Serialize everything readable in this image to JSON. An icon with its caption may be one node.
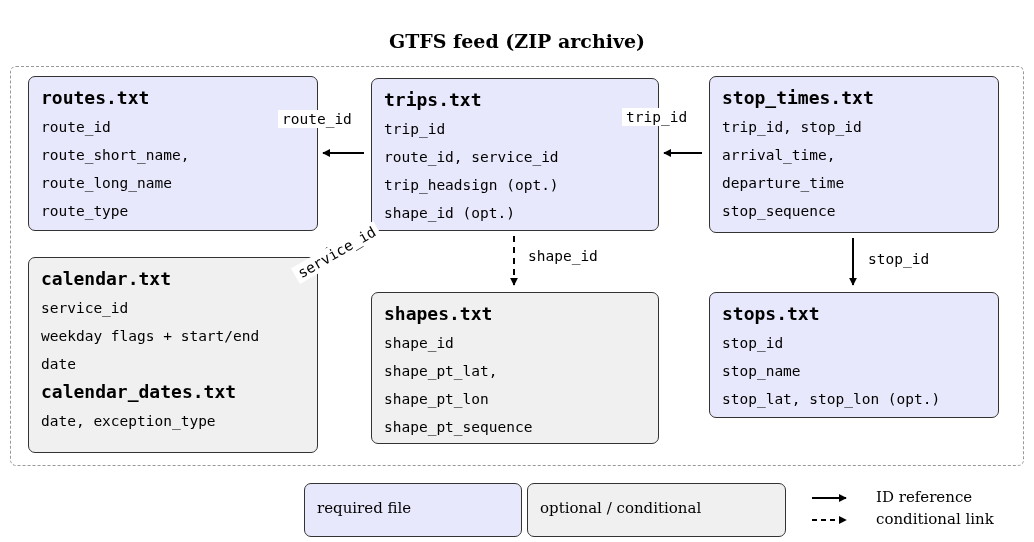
{
  "diagram": {
    "title": "GTFS feed (ZIP archive)",
    "nodes": [
      {
        "text": [],
        "shape": "box"
      },
      {
        "text": [
          "routes.txt",
          "route_id",
          "route_short_name, route_long_name",
          "route_type"
        ],
        "in": 0
      },
      {
        "text": [
          "trips.txt",
          "trip_id",
          "route_id, service_id",
          "trip_headsign (opt.)",
          "shape_id (opt.)"
        ],
        "in": 0
      },
      {
        "text": [
          "stop_times.txt",
          "trip_id, stop_id",
          "arrival_time, departure_time",
          "stop_sequence"
        ],
        "in": 0
      },
      {
        "text": [
          "calendar.txt",
          "service_id",
          "weekday flags + start/end date",
          "**calendar_dates.txt**",
          "date, exception_type"
        ],
        "in": 0
      },
      {
        "text": [
          "shapes.txt",
          "shape_id",
          "shape_pt_lat, shape_pt_lon",
          "shape_pt_sequence"
        ],
        "in": 0
      },
      {
        "text": [
          "stops.txt",
          "stop_id",
          "stop_name",
          "stop_lat, stop_lon (opt.)"
        ],
        "in": 0
      }
    ],
    "edges": [
      {
        "from": 2,
        "to": 1,
        "arrow": "to",
        "label": "route_id"
      },
      {
        "from": 3,
        "to": 2,
        "arrow": "to",
        "label": "trip_id"
      },
      {
        "from": 2,
        "to": 4,
        "arrow": "to",
        "label": "service_id",
        "style": "dashed"
      },
      {
        "from": 2,
        "to": 5,
        "arrow": "to",
        "label": "shape_id",
        "style": "dashed"
      },
      {
        "from": 3,
        "to": 6,
        "arrow": "to",
        "label": "stop_id"
      }
    ],
    "legend": [
      {
        "text": "required file",
        "color": "#e8e8fc"
      },
      {
        "text": "optional / conditional",
        "color": "#f0f0f0"
      },
      {
        "text": "ID reference"
      },
      {
        "text": "conditional link"
      }
    ]
  }
}
